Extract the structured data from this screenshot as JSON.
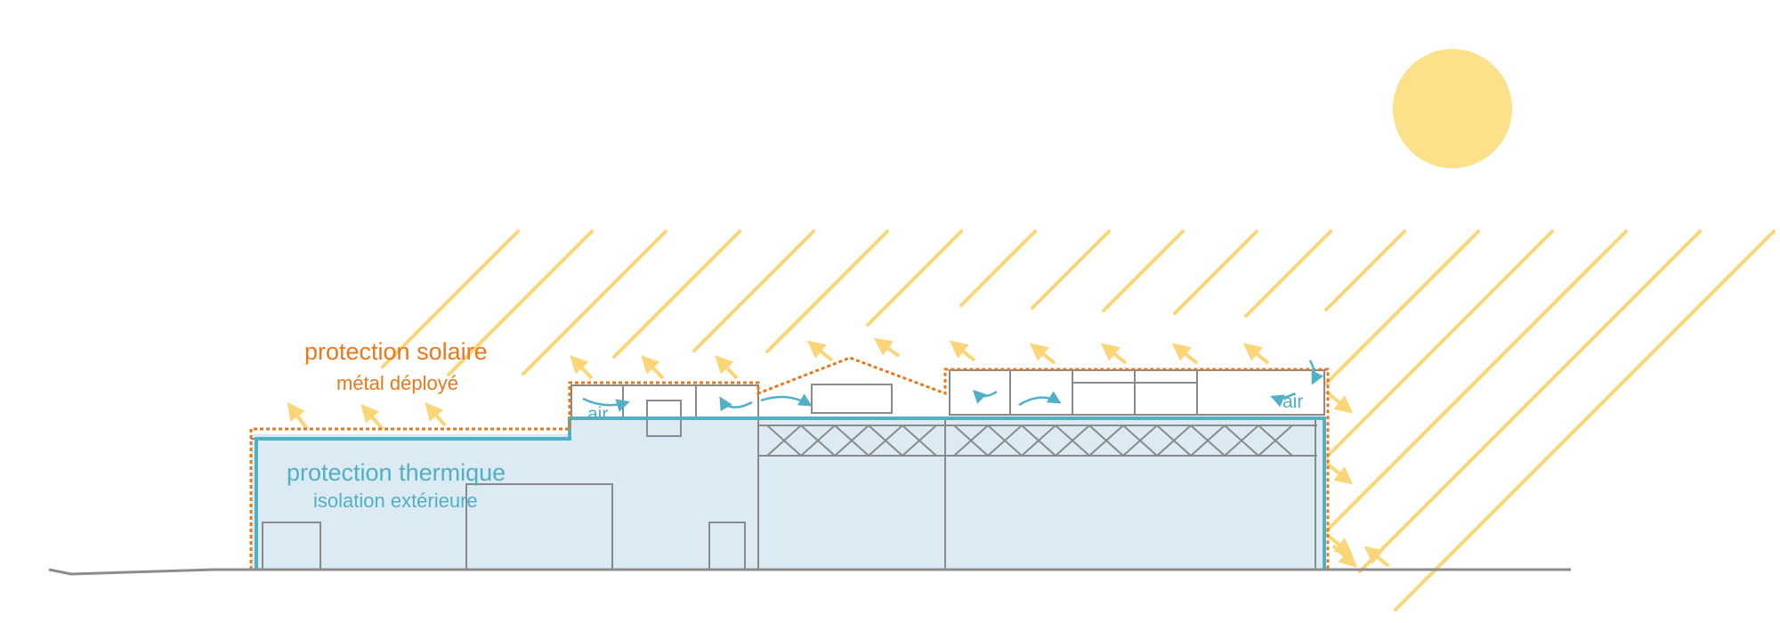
{
  "labels": {
    "solar_title": "protection solaire",
    "solar_subtitle": "métal déployé",
    "thermal_title": "protection thermique",
    "thermal_subtitle": "isolation extérieure",
    "air_left": "air",
    "air_right": "air"
  },
  "colors": {
    "sun": "#fde08a",
    "ray": "#fbd678",
    "orange": "#e8781e",
    "teal": "#4fb0c6",
    "building_fill": "#dcebf3",
    "structure": "#8a8a8a",
    "ground": "#8c8c8c"
  },
  "icons": {
    "sun": "sun-icon",
    "ray_arrow": "reflection-arrow-icon",
    "air_arrow": "airflow-arrow-icon"
  }
}
